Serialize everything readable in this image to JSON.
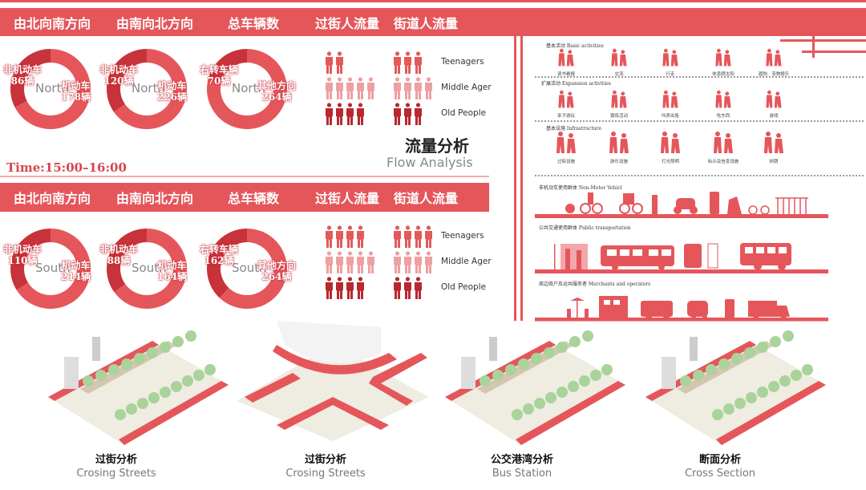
{
  "colors": {
    "accent": "#e5565b",
    "dark": "#c8323a",
    "teen": "#e25a5a",
    "middle": "#eea0a0",
    "old": "#b8282e"
  },
  "headers": [
    {
      "labels": [
        "由北向南方向",
        "由南向北方向",
        "总车辆数",
        "过街人流量",
        "街道人流量"
      ]
    },
    {
      "labels": [
        "由北向南方向",
        "由南向北方向",
        "总车辆数",
        "过街人流量",
        "街道人流量"
      ]
    }
  ],
  "time_label": "Time:15:00–16:00",
  "north": {
    "center": "North",
    "donuts": [
      {
        "a_label": "非机动车",
        "a_value": "86辆",
        "a": 86,
        "b_label": "机动车",
        "b_value": "178辆",
        "b": 178
      },
      {
        "a_label": "非机动车",
        "a_value": "120辆",
        "a": 120,
        "b_label": "机动车",
        "b_value": "226辆",
        "b": 226
      },
      {
        "a_label": "右转车辆",
        "a_value": "70辆",
        "a": 70,
        "b_label": "其他方向",
        "b_value": "264辆",
        "b": 264
      }
    ],
    "crossing": [
      2,
      5,
      4
    ],
    "street": [
      3,
      4,
      3
    ]
  },
  "south": {
    "center": "South",
    "donuts": [
      {
        "a_label": "非机动车",
        "a_value": "110辆",
        "a": 110,
        "b_label": "机动车",
        "b_value": "214辆",
        "b": 214
      },
      {
        "a_label": "非机动车",
        "a_value": "88辆",
        "a": 88,
        "b_label": "机动车",
        "b_value": "164辆",
        "b": 164
      },
      {
        "a_label": "右转车辆",
        "a_value": "162辆",
        "a": 162,
        "b_label": "其他方向",
        "b_value": "264辆",
        "b": 264
      }
    ],
    "crossing": [
      4,
      5,
      4
    ],
    "street": [
      4,
      4,
      3
    ]
  },
  "age_groups": [
    "Teenagers",
    "Middle Ager",
    "Old People"
  ],
  "flow_title_cn": "流量分析",
  "flow_title_en": "Flow Analysis",
  "right_panel": {
    "basic": {
      "title": "基本活动 Basic activities",
      "items": [
        "读书看报",
        "交流",
        "行走",
        "休息晒太阳",
        "遛狗、宠物娱乐"
      ]
    },
    "expansion": {
      "title": "扩展活动 Expansion activities",
      "items": [
        "亲子游玩",
        "锻炼活动",
        "叫卖出售",
        "吃东西",
        "游戏"
      ]
    },
    "infra": {
      "title": "基本设施 Infrastructure",
      "items": [
        "过街设施",
        "游乐设施",
        "灯光照明",
        "标示及信息设施",
        "树荫"
      ]
    },
    "nonmotor_title": "非机动车使用群体 Non-Motor Vehicl",
    "public_title": "公共交通使用群体 Public transportation",
    "merchant_title": "周边商户及运共服务者 Merchants and operators"
  },
  "captions": [
    {
      "cn": "过街分析",
      "en": "Crosing Streets"
    },
    {
      "cn": "过街分析",
      "en": "Crosing Streets"
    },
    {
      "cn": "公交港湾分析",
      "en": "Bus Station"
    },
    {
      "cn": "断面分析",
      "en": "Cross Section"
    }
  ]
}
